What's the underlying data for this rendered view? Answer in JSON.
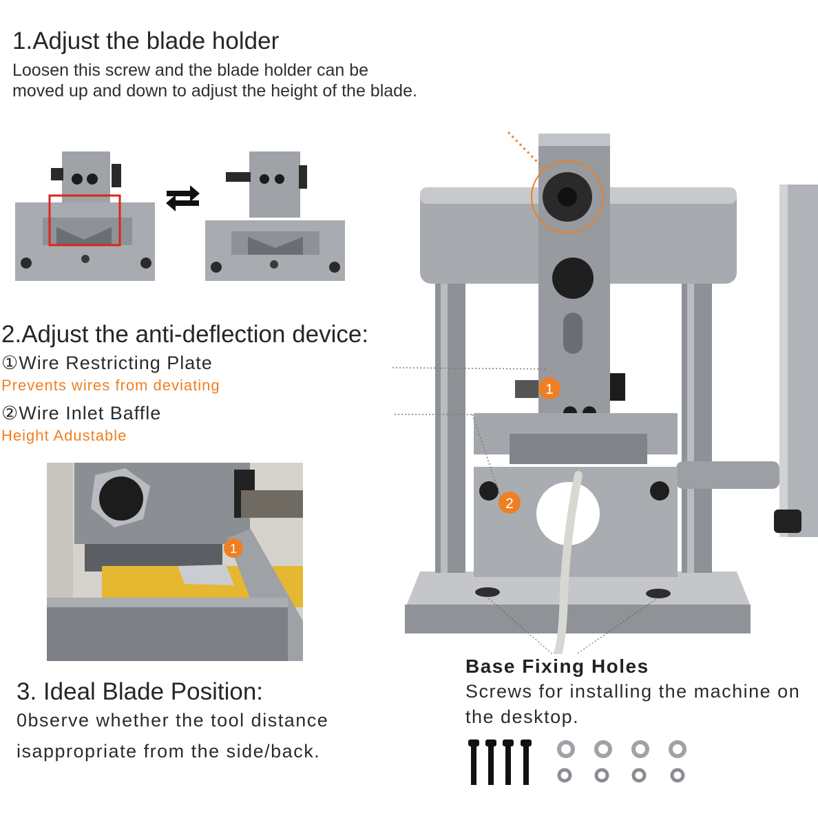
{
  "section1": {
    "title": "1.Adjust the blade holder",
    "desc": "Loosen this screw and the blade holder can be moved up and down to adjust the height of the blade."
  },
  "section2": {
    "title": "2.Adjust the anti-deflection device:",
    "item1_label": "①Wire Restricting Plate",
    "item1_note": "Prevents wires from deviating",
    "item2_label": "②Wire Inlet Baffle",
    "item2_note": "Height Adustable"
  },
  "section3": {
    "title": "3. Ideal Blade Position:",
    "desc": "0bserve whether the tool distance isappropriate from the side/back."
  },
  "base_holes": {
    "title": "Base Fixing Holes",
    "desc": "Screws for installing the machine on the desktop."
  },
  "markers": {
    "one": "1",
    "two": "2"
  },
  "icons": [
    "swap-arrows-icon"
  ],
  "colors": {
    "accent_orange": "#ef7f22",
    "highlight_red": "#e0231b",
    "metal": "#a9acb1"
  }
}
